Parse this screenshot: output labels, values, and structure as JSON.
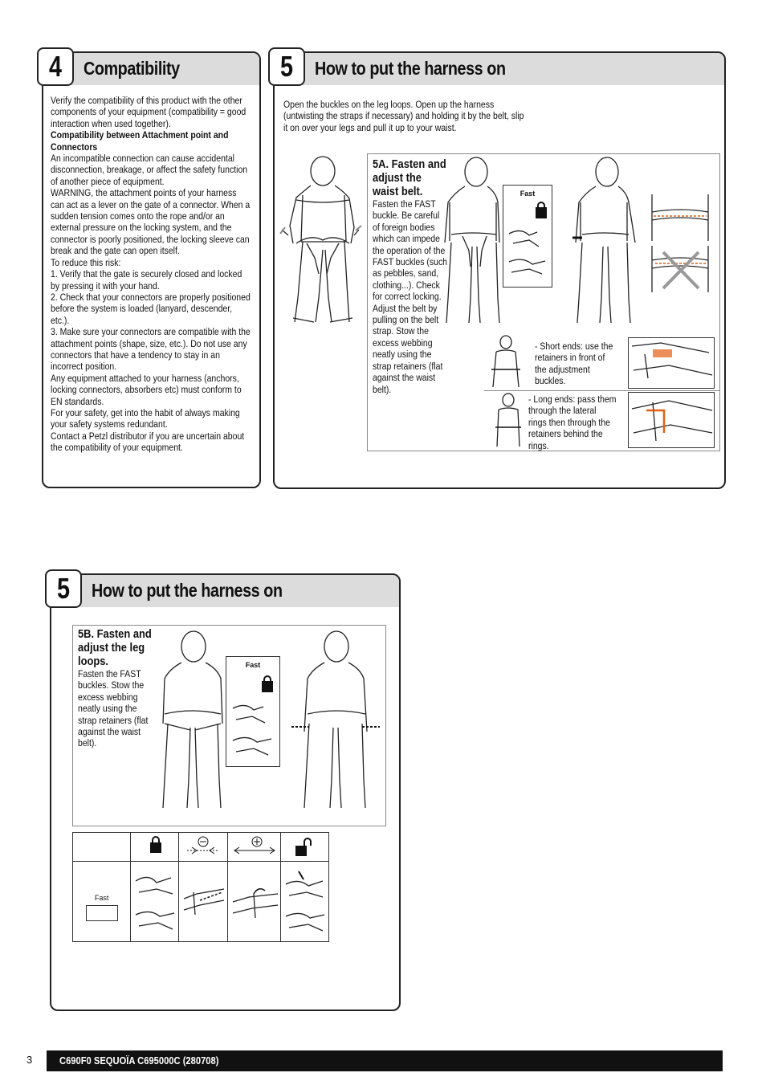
{
  "section4": {
    "number": "4",
    "title": "Compatibility",
    "paragraphs": [
      {
        "text": "Verify the compatibility of this product with the other components of your equipment (compatibility = good interaction when used together).",
        "bold": false
      },
      {
        "text": "Compatibility between Attachment point and Connectors",
        "bold": true
      },
      {
        "text": "An incompatible connection can cause accidental disconnection, breakage, or affect the safety function of another piece of equipment.",
        "bold": false
      },
      {
        "text": "WARNING, the attachment points of your harness can act as a lever on the gate of a connector. When a sudden tension comes onto the rope and/or an external pressure on the locking system, and the connector is poorly positioned, the locking sleeve can break and the gate can open itself.",
        "bold": false
      },
      {
        "text": "To reduce this risk:",
        "bold": false
      },
      {
        "text": "1. Verify that the gate is securely closed and locked by pressing it with your hand.",
        "bold": false
      },
      {
        "text": "2. Check that your connectors are properly positioned before the system is loaded (lanyard, descender, etc.).",
        "bold": false
      },
      {
        "text": "3. Make sure your connectors are compatible with the attachment points (shape, size, etc.). Do not use any connectors that have a tendency to stay in an incorrect position.",
        "bold": false
      },
      {
        "text": "Any equipment attached to your harness (anchors, locking connectors, absorbers etc) must conform to EN standards.",
        "bold": false
      },
      {
        "text": "For your safety, get into the habit of always making your safety systems redundant.",
        "bold": false
      },
      {
        "text": "Contact a Petzl distributor if you are uncertain about the compatibility of your equipment.",
        "bold": false
      }
    ]
  },
  "section5a": {
    "number": "5",
    "title": "How to put the harness on",
    "intro": "Open the buckles on the leg loops. Open up the harness (untwisting the straps if necessary) and holding it by the belt, slip it on over your legs and pull it up to your waist.",
    "step_title": "5A. Fasten and adjust the waist belt.",
    "step_text": "Fasten the FAST buckle. Be careful of foreign bodies which can impede the operation of the FAST buckles (such as pebbles, sand, clothing...). Check for correct locking. Adjust the belt by pulling on the belt strap. Stow the excess webbing neatly using the strap retainers (flat against the waist belt).",
    "fast_label": "Fast",
    "short_ends": "- Short ends: use the retainers in front of the adjustment buckles.",
    "long_ends": "- Long ends: pass them through the lateral rings then through the retainers behind the rings."
  },
  "section5b": {
    "number": "5",
    "title": "How to put the harness on",
    "step_title": "5B. Fasten and adjust the leg loops.",
    "step_text": "Fasten the FAST buckles. Stow the excess webbing neatly using the strap retainers (flat against the waist belt).",
    "fast_label": "Fast",
    "matrix_row_label": "Fast"
  },
  "footer": {
    "page": "3",
    "doc_ref": "C690F0 SEQUOÏA C695000C (280708)"
  }
}
